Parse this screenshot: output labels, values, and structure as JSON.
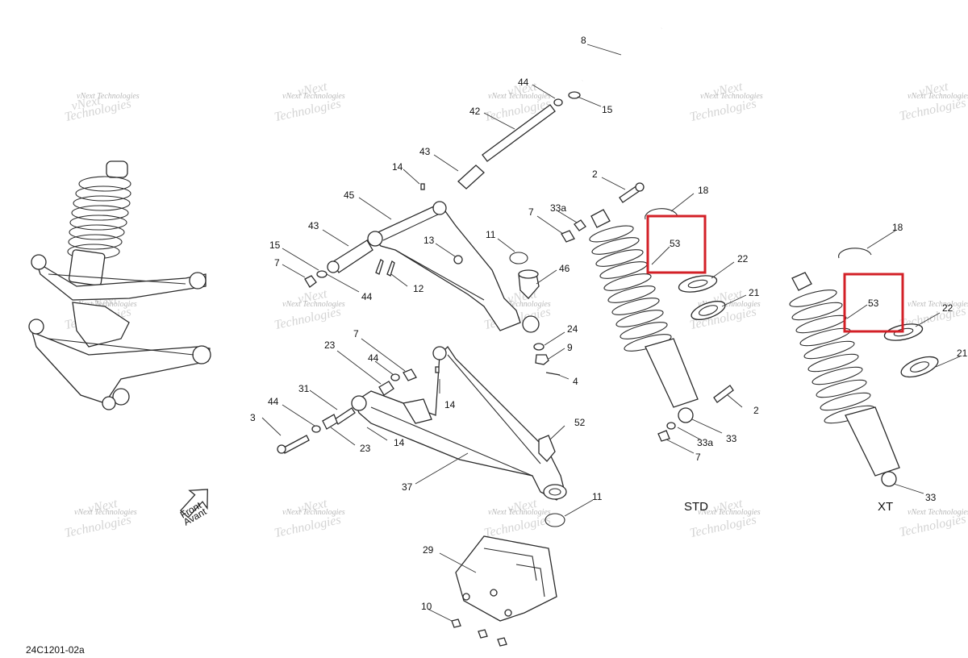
{
  "diagram": {
    "figure_code": "24C1201-02a",
    "variant_labels": {
      "std": "STD",
      "xt": "XT"
    },
    "front_arrow": {
      "line1": "Front",
      "line2": "Avant"
    },
    "watermark": {
      "line1": "vNext Technologies",
      "line2": "vNext",
      "line3": "Technologies"
    },
    "highlight_color": "#d32027",
    "callouts": {
      "c8": "8",
      "c44_top": "44",
      "c15_top": "15",
      "c42": "42",
      "c43_top": "43",
      "c14_top": "14",
      "c45": "45",
      "c43_left": "43",
      "c15_left": "15",
      "c7_left": "7",
      "c44_left": "44",
      "c13": "13",
      "c11_top": "11",
      "c12": "12",
      "c46": "46",
      "c2_top": "2",
      "c33a_top": "33a",
      "c7_mid": "7",
      "c18_std": "18",
      "c53_std": "53",
      "c22_std": "22",
      "c21_std": "21",
      "c24": "24",
      "c9": "9",
      "c4": "4",
      "c7_lower": "7",
      "c23_upper": "23",
      "c44_lower": "44",
      "c31": "31",
      "c14_lower": "14",
      "c44_low_left": "44",
      "c3": "3",
      "c23_lower": "23",
      "c14_bottom": "14",
      "c52": "52",
      "c37": "37",
      "c2_bottom": "2",
      "c33_std": "33",
      "c33a_bottom": "33a",
      "c7_bottom": "7",
      "c11_bottom": "11",
      "c29": "29",
      "c10": "10",
      "c18_xt": "18",
      "c53_xt": "53",
      "c22_xt": "22",
      "c21_xt": "21",
      "c33_xt": "33"
    }
  }
}
